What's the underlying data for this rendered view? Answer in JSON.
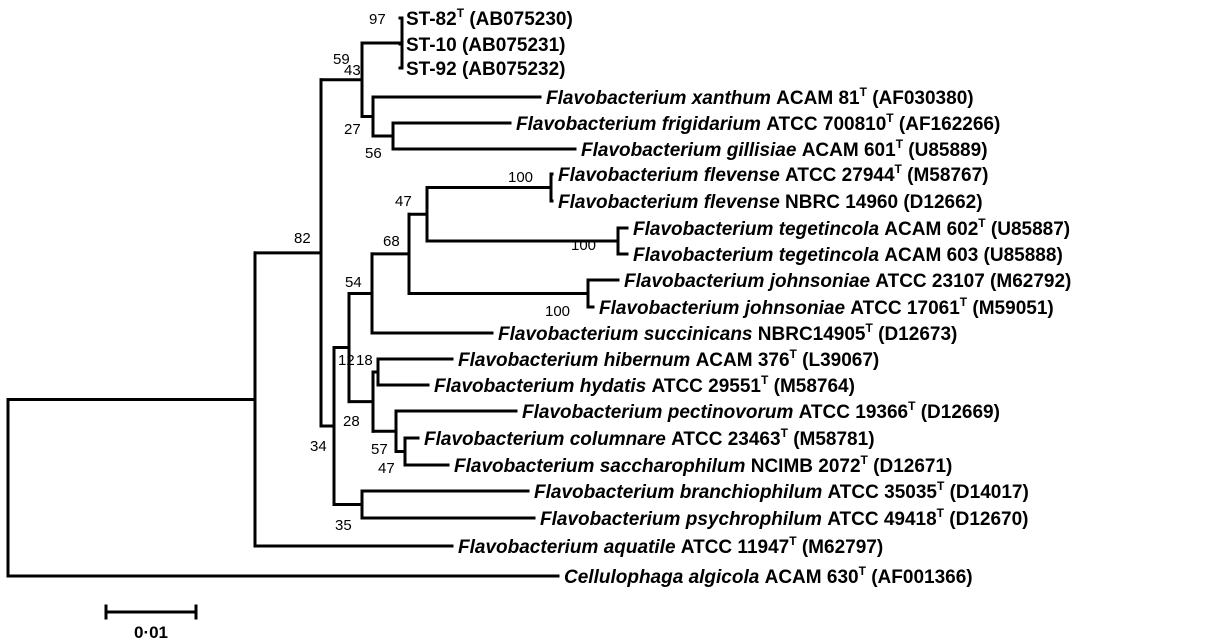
{
  "taxa": [
    {
      "genus": "",
      "species": "",
      "rest": "ST-82",
      "sup": "T",
      "acc": "(AB075230)"
    },
    {
      "genus": "",
      "species": "",
      "rest": "ST-10",
      "sup": "",
      "acc": "(AB075231)"
    },
    {
      "genus": "",
      "species": "",
      "rest": "ST-92",
      "sup": "",
      "acc": "(AB075232)"
    },
    {
      "genus": "Flavobacterium",
      "species": "xanthum",
      "rest": "ACAM 81",
      "sup": "T",
      "acc": "(AF030380)"
    },
    {
      "genus": "Flavobacterium",
      "species": "frigidarium",
      "rest": "ATCC 700810",
      "sup": "T",
      "acc": "(AF162266)"
    },
    {
      "genus": "Flavobacterium",
      "species": "gillisiae",
      "rest": "ACAM 601",
      "sup": "T",
      "acc": "(U85889)"
    },
    {
      "genus": "Flavobacterium",
      "species": "flevense",
      "rest": "ATCC 27944",
      "sup": "T",
      "acc": "(M58767)"
    },
    {
      "genus": "Flavobacterium",
      "species": "flevense",
      "rest": "NBRC 14960",
      "sup": "",
      "acc": "(D12662)"
    },
    {
      "genus": "Flavobacterium",
      "species": "tegetincola",
      "rest": "ACAM 602",
      "sup": "T",
      "acc": "(U85887)"
    },
    {
      "genus": "Flavobacterium",
      "species": "tegetincola",
      "rest": "ACAM 603",
      "sup": "",
      "acc": "(U85888)"
    },
    {
      "genus": "Flavobacterium",
      "species": "johnsoniae",
      "rest": "ATCC 23107",
      "sup": "",
      "acc": "(M62792)"
    },
    {
      "genus": "Flavobacterium",
      "species": "johnsoniae",
      "rest": "ATCC 17061",
      "sup": "T",
      "acc": "(M59051)"
    },
    {
      "genus": "Flavobacterium",
      "species": "succinicans",
      "rest": "NBRC14905",
      "sup": "T",
      "acc": "(D12673)"
    },
    {
      "genus": "Flavobacterium",
      "species": "hibernum",
      "rest": "ACAM 376",
      "sup": "T",
      "acc": "(L39067)"
    },
    {
      "genus": "Flavobacterium",
      "species": "hydatis",
      "rest": "ATCC 29551",
      "sup": "T",
      "acc": "(M58764)"
    },
    {
      "genus": "Flavobacterium",
      "species": "pectinovorum",
      "rest": "ATCC 19366",
      "sup": "T",
      "acc": "(D12669)"
    },
    {
      "genus": "Flavobacterium",
      "species": "columnare",
      "rest": "ATCC 23463",
      "sup": "T",
      "acc": "(M58781)"
    },
    {
      "genus": "Flavobacterium",
      "species": "saccharophilum",
      "rest": "NCIMB 2072",
      "sup": "T",
      "acc": "(D12671)"
    },
    {
      "genus": "Flavobacterium",
      "species": "branchiophilum",
      "rest": "ATCC 35035",
      "sup": "T",
      "acc": "(D14017)"
    },
    {
      "genus": "Flavobacterium",
      "species": "psychrophilum",
      "rest": "ATCC 49418",
      "sup": "T",
      "acc": "(D12670)"
    },
    {
      "genus": "Flavobacterium",
      "species": "aquatile",
      "rest": "ATCC 11947",
      "sup": "T",
      "acc": "(M62797)"
    },
    {
      "genus": "Cellulophaga",
      "species": "algicola",
      "rest": "ACAM 630",
      "sup": "T",
      "acc": "(AF001366)"
    }
  ],
  "bootstrap": [
    "97",
    "43",
    "59",
    "27",
    "56",
    "100",
    "47",
    "100",
    "68",
    "100",
    "54",
    "12",
    "18",
    "28",
    "57",
    "47",
    "34",
    "35",
    "82"
  ],
  "scale_bar": {
    "label": "0·01"
  }
}
